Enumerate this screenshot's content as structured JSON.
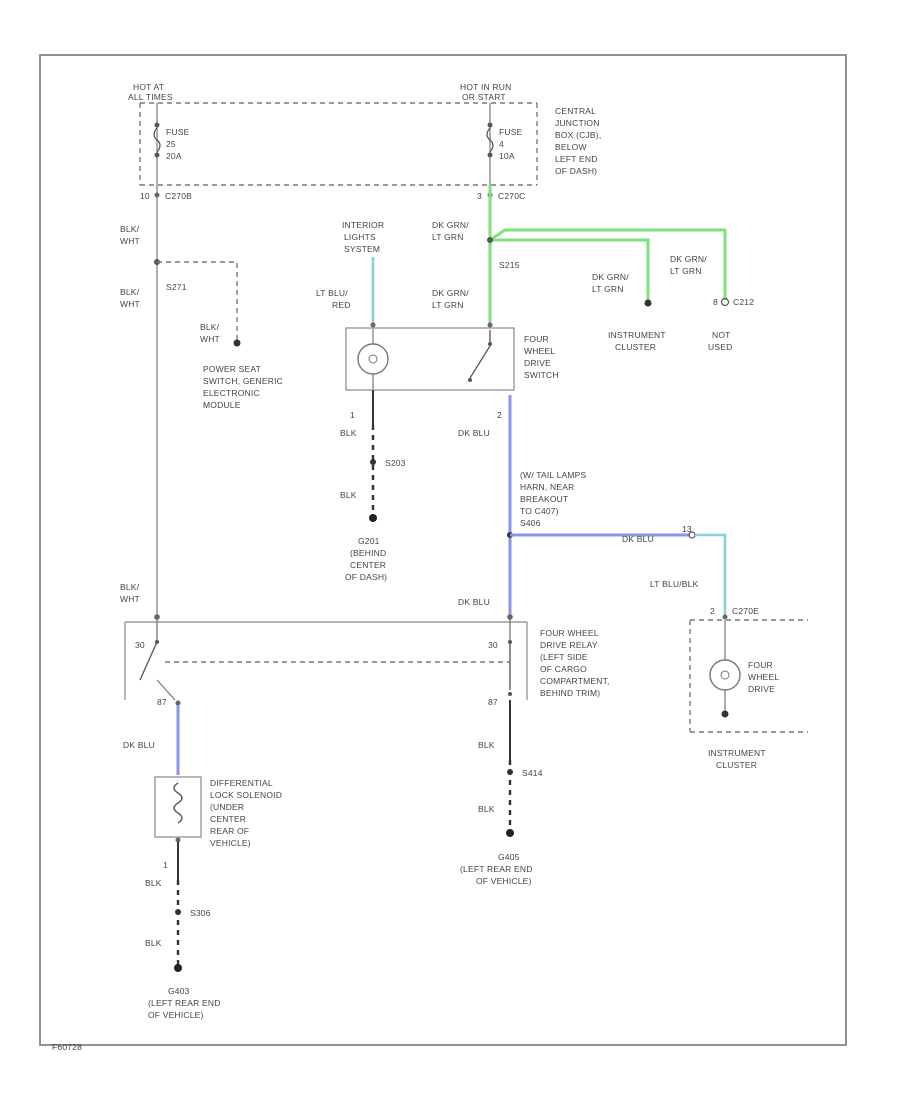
{
  "diagram_id": "F60728",
  "colors": {
    "green": "#7ee07e",
    "blue": "#8a95e6",
    "cyan": "#8ad0d8"
  },
  "hot_at_all_times": [
    "HOT AT",
    "ALL TIMES"
  ],
  "hot_in_run": [
    "HOT IN RUN",
    "OR START"
  ],
  "fuse_left": [
    "FUSE",
    "25",
    "20A"
  ],
  "fuse_right": [
    "FUSE",
    "4",
    "10A"
  ],
  "cjb": [
    "CENTRAL",
    "JUNCTION",
    "BOX (CJB),",
    "BELOW",
    "LEFT END",
    "OF DASH)"
  ],
  "c270b": "C270B",
  "c270b_pin": "10",
  "c270c": "C270C",
  "c270c_pin": "3",
  "blk_wht_1": [
    "BLK/",
    "WHT"
  ],
  "blk_wht_2": [
    "BLK/",
    "WHT"
  ],
  "blk_wht_3": [
    "BLK/",
    "WHT"
  ],
  "blk_wht_4": [
    "BLK/",
    "WHT"
  ],
  "s271": "S271",
  "power_seat": [
    "POWER SEAT",
    "SWITCH, GENERIC",
    "ELECTRONIC",
    "MODULE"
  ],
  "interior_lights": [
    "INTERIOR",
    "LIGHTS",
    "SYSTEM"
  ],
  "lt_blu_red": [
    "LT BLU/",
    "RED"
  ],
  "dk_grn_lt_grn_1": [
    "DK GRN/",
    "LT GRN"
  ],
  "dk_grn_lt_grn_2": [
    "DK GRN/",
    "LT GRN"
  ],
  "dk_grn_lt_grn_3": [
    "DK GRN/",
    "LT GRN"
  ],
  "dk_grn_lt_grn_4": [
    "DK GRN/",
    "LT GRN"
  ],
  "s215": "S215",
  "instrument_cluster_top": [
    "INSTRUMENT",
    "CLUSTER"
  ],
  "not_used": [
    "NOT",
    "USED"
  ],
  "c212": "C212",
  "c212_pin": "8",
  "four_wheel_drive_switch": [
    "FOUR",
    "WHEEL",
    "DRIVE",
    "SWITCH"
  ],
  "pin_1": "1",
  "pin_2": "2",
  "blk_1": "BLK",
  "s203": "S203",
  "blk_2": "BLK",
  "g201": [
    "G201",
    "(BEHIND",
    "CENTER",
    "OF DASH)"
  ],
  "dk_blu_1": "DK BLU",
  "tail_lamps": [
    "(W/ TAIL LAMPS",
    "HARN, NEAR",
    "BREAKOUT",
    "TO C407)",
    "S406"
  ],
  "dk_blu_2": "DK BLU",
  "lt_blu_blk": "LT BLU/BLK",
  "pin_13": "13",
  "c270e": "C270E",
  "c270e_pin": "2",
  "four_wheel_drive_lamp": [
    "FOUR",
    "WHEEL",
    "DRIVE"
  ],
  "instrument_cluster_bottom": [
    "INSTRUMENT",
    "CLUSTER"
  ],
  "dk_blu_3": "DK BLU",
  "relay_pin_30_left": "30",
  "relay_pin_30_right": "30",
  "relay_pin_87_left": "87",
  "relay_pin_87_right": "87",
  "fwd_relay": [
    "FOUR WHEEL",
    "DRIVE RELAY",
    "(LEFT SIDE",
    "OF CARGO",
    "COMPARTMENT,",
    "BEHIND TRIM)"
  ],
  "dk_blu_4": "DK BLU",
  "blk_3": "BLK",
  "s414": "S414",
  "blk_4": "BLK",
  "g405": [
    "G405",
    "(LEFT REAR END",
    "OF VEHICLE)"
  ],
  "diff_lock": [
    "DIFFERENTIAL",
    "LOCK SOLENOID",
    "(UNDER",
    "CENTER",
    "REAR OF",
    "VEHICLE)"
  ],
  "pin_1b": "1",
  "blk_5": "BLK",
  "s306": "S306",
  "blk_6": "BLK",
  "g403": [
    "G403",
    "(LEFT REAR END",
    "OF VEHICLE)"
  ]
}
